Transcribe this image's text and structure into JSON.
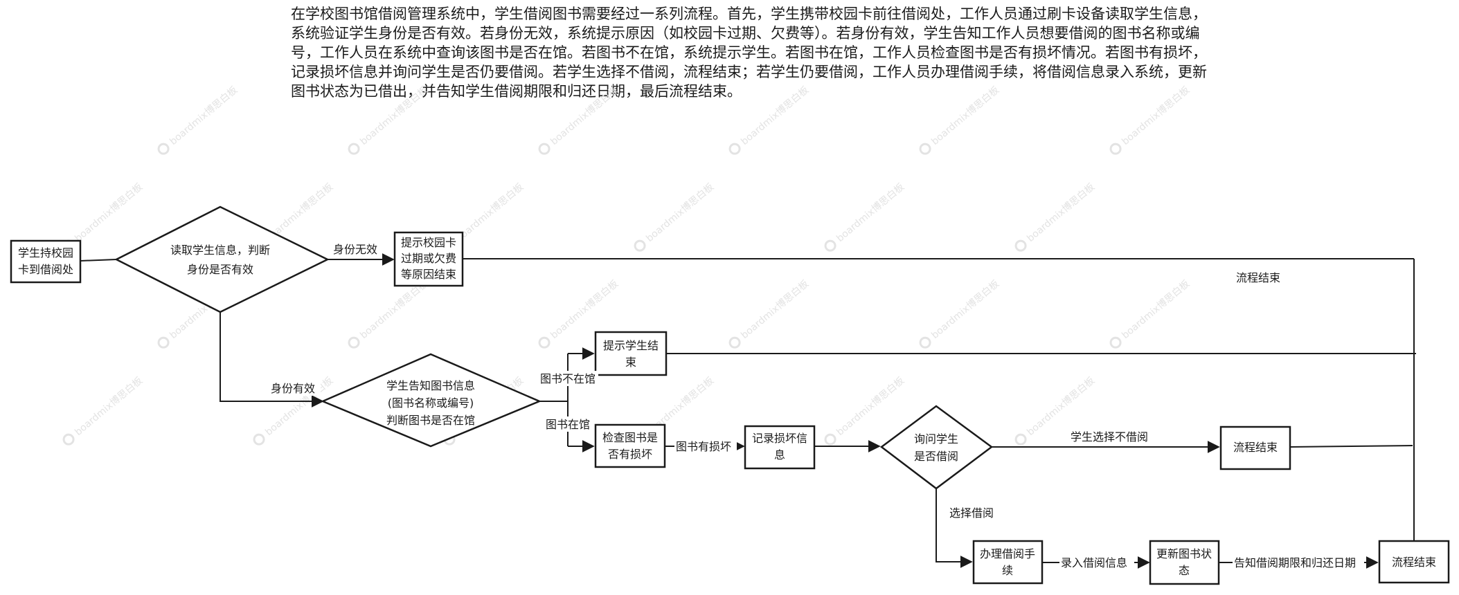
{
  "description": "在学校图书馆借阅管理系统中，学生借阅图书需要经过一系列流程。首先，学生携带校园卡前往借阅处，工作人员通过刷卡设备读取学生信息，系统验证学生身份是否有效。若身份无效，系统提示原因（如校园卡过期、欠费等）。若身份有效，学生告知工作人员想要借阅的图书名称或编号，工作人员在系统中查询该图书是否在馆。若图书不在馆，系统提示学生。若图书在馆，工作人员检查图书是否有损坏情况。若图书有损坏，记录损坏信息并询问学生是否仍要借阅。若学生选择不借阅，流程结束；若学生仍要借阅，工作人员办理借阅手续，将借阅信息录入系统，更新图书状态为已借出，并告知学生借阅期限和归还日期，最后流程结束。",
  "watermark": "boardmix博思白板",
  "nodes": {
    "start": [
      "学生持校园",
      "卡到借阅处"
    ],
    "check_identity": [
      "读取学生信息，判断",
      "身份是否有效"
    ],
    "invalid_end": [
      "提示校园卡",
      "过期或欠费",
      "等原因结束"
    ],
    "check_book": [
      "学生告知图书信息",
      "(图书名称或编号)",
      "判断图书是否在馆"
    ],
    "notify_student": [
      "提示学生结",
      "束"
    ],
    "check_damage": [
      "检查图书是",
      "否有损坏"
    ],
    "record_damage": [
      "记录损坏信",
      "息"
    ],
    "ask_borrow": [
      "询问学生",
      "是否借阅"
    ],
    "end_no_borrow": [
      "流程结束"
    ],
    "handle_borrow": [
      "办理借阅手",
      "续"
    ],
    "update_status": [
      "更新图书状",
      "态"
    ],
    "end_final": [
      "流程结束"
    ]
  },
  "edges": {
    "identity_invalid": "身份无效",
    "identity_valid": "身份有效",
    "book_absent": "图书不在馆",
    "book_present": "图书在馆",
    "book_damaged": "图书有损坏",
    "not_borrow": "学生选择不借阅",
    "borrow": "选择借阅",
    "enter_info": "录入借阅信息",
    "notify_dates": "告知借阅期限和归还日期",
    "process_end": "流程结束"
  },
  "colors": {
    "stroke": "#1a1a1a",
    "background": "#ffffff",
    "watermark": "#e3e3e3"
  }
}
